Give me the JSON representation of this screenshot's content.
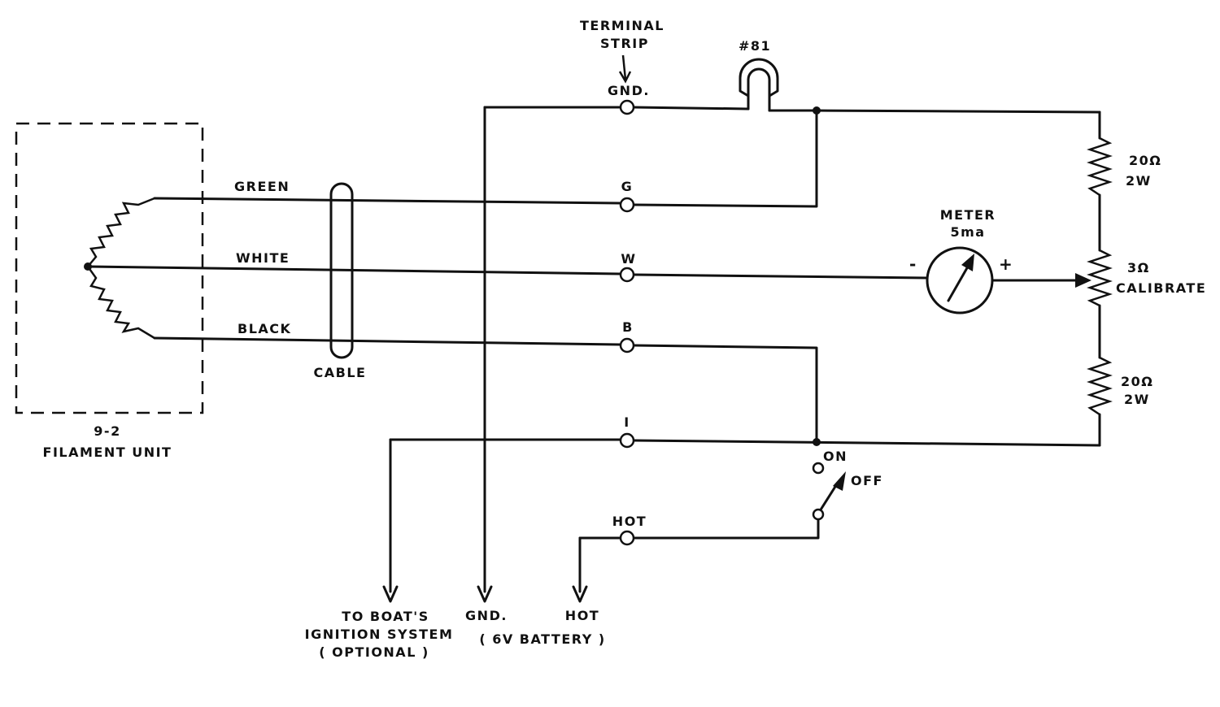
{
  "filament_unit": {
    "line1": "9-2",
    "line2": "FILAMENT UNIT"
  },
  "wires": {
    "green": "GREEN",
    "white": "WHITE",
    "black": "BLACK"
  },
  "cable": "CABLE",
  "terminal_strip": {
    "title_line1": "TERMINAL",
    "title_line2": "STRIP",
    "gnd": "GND.",
    "g": "G",
    "w": "W",
    "b": "B",
    "i": "I",
    "hot": "HOT"
  },
  "lamp": {
    "label": "#81"
  },
  "meter": {
    "line1": "METER",
    "line2": "5ma",
    "minus": "-",
    "plus": "+"
  },
  "resistors": {
    "top": {
      "value": "20Ω",
      "watt": "2W"
    },
    "pot": {
      "value": "3Ω",
      "label": "CALIBRATE"
    },
    "bottom": {
      "value": "20Ω",
      "watt": "2W"
    }
  },
  "switch": {
    "on": "ON",
    "off": "OFF"
  },
  "outputs": {
    "ignition_line1": "TO BOAT'S",
    "ignition_line2": "IGNITION SYSTEM",
    "ignition_line3": "( OPTIONAL )",
    "gnd": "GND.",
    "hot": "HOT",
    "battery": "( 6V BATTERY )"
  }
}
